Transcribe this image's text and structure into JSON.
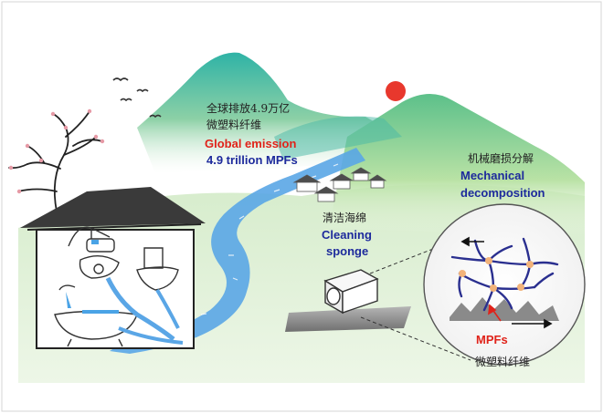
{
  "emission": {
    "cn_line1": "全球排放4.9万亿",
    "cn_line2": "微塑料纤维",
    "en_line1": "Global emission",
    "en_line2": "4.9 trillion MPFs"
  },
  "mechanical": {
    "cn": "机械磨损分解",
    "en_line1": "Mechanical",
    "en_line2": "decomposition"
  },
  "cleaning": {
    "cn": "清洁海绵",
    "en_line1": "Cleaning",
    "en_line2": "sponge"
  },
  "mpf": {
    "en": "MPFs",
    "cn": "微塑料纤维"
  },
  "colors": {
    "red_text": "#e0231a",
    "blue_text": "#1d2a9c",
    "sun": "#e8382d",
    "river": "#5aa6e6",
    "mountain": "#3fb39a",
    "fiber": "#2a2f8f",
    "node": "#f2b37a"
  }
}
